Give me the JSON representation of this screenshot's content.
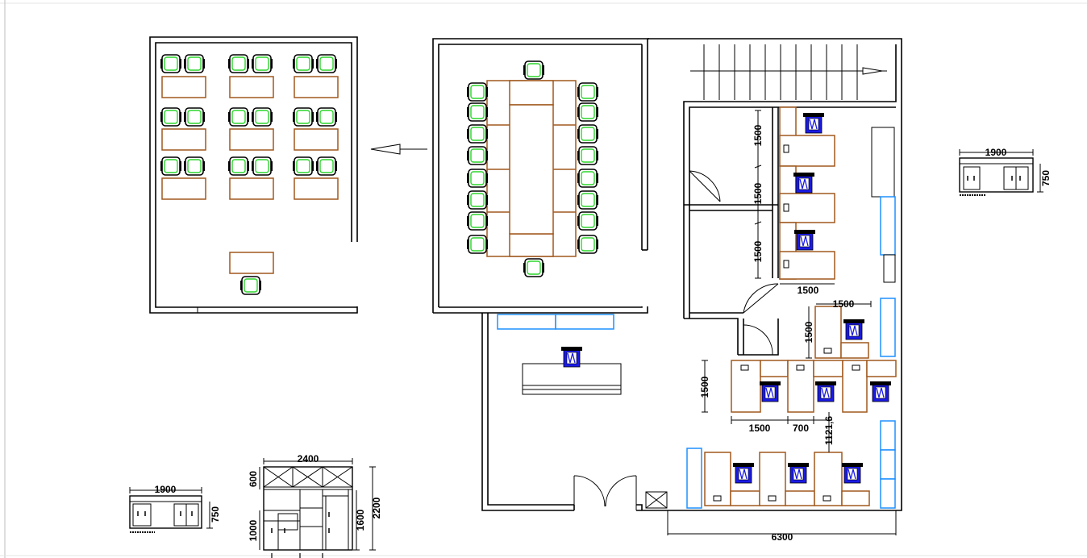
{
  "labels": {
    "dim_1500_a": "1500",
    "dim_1500_b": "1500",
    "dim_1500_c": "1500",
    "dim_1500_d": "1500",
    "dim_1500_e": "1500",
    "dim_1500_f": "1500",
    "dim_1500_g": "1500",
    "dim_1500_h": "1500",
    "dim_700": "700",
    "dim_1121": "1121,6",
    "dim_6300": "6300",
    "dim_1900_right": "1900",
    "dim_750_right": "750",
    "dim_1900_left": "1900",
    "dim_750_left": "750",
    "dim_2400": "2400",
    "dim_600": "600",
    "dim_1000": "1000",
    "dim_1600": "1600",
    "dim_2200": "2200"
  },
  "colors": {
    "wall": "#000000",
    "desk": "#a0591e",
    "chair_outline": "#2bd62b",
    "storage": "#1e90ff",
    "office_chair": "#1a1ae6"
  }
}
